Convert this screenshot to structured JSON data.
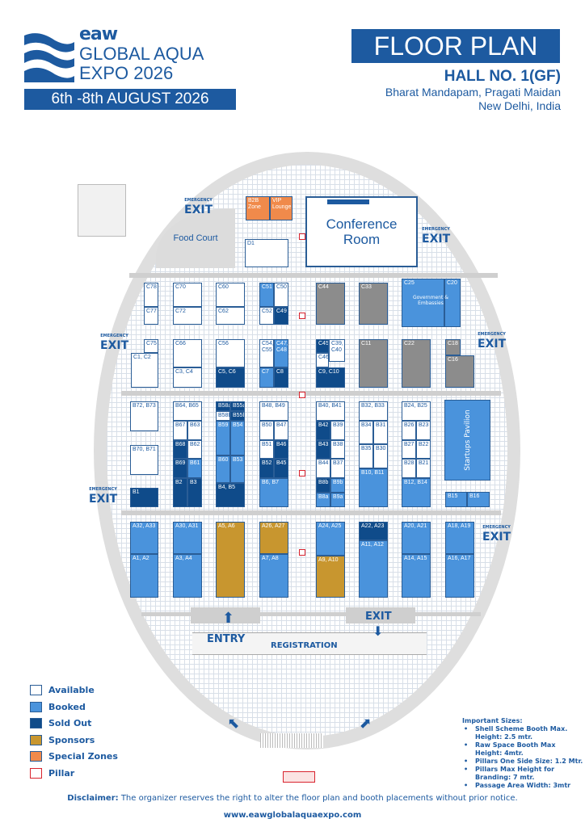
{
  "header": {
    "brand": "eaw",
    "title_line1": "GLOBAL AQUA",
    "title_line2": "EXPO 2026",
    "dates": "6th -8th AUGUST 2026",
    "floor_plan": "FLOOR PLAN",
    "hall": "HALL NO. 1(GF)",
    "venue_line1": "Bharat Mandapam, Pragati Maidan",
    "venue_line2": "New Delhi, India"
  },
  "colors": {
    "primary": "#1d5aa0",
    "available": "#ffffff",
    "booked": "#4a93dc",
    "sold": "#0f4b8a",
    "sponsor": "#c8962f",
    "special": "#f08a4b",
    "pillar": "#d9232e"
  },
  "zones": {
    "food_court": "Food Court",
    "conference": "Conference Room",
    "startups": "Startups Pavilion",
    "government": "Government & Embassies",
    "entry": "ENTRY",
    "exit": "EXIT",
    "registration": "REGISTRATION",
    "emergency": "EMERGENCY",
    "emergency_exit": "EXIT"
  },
  "booths": [
    {
      "id": "B2B Zone",
      "status": "special"
    },
    {
      "id": "VIP Lounge",
      "status": "special"
    },
    {
      "id": "D1",
      "status": "available"
    },
    {
      "id": "C78",
      "status": "available"
    },
    {
      "id": "C77",
      "status": "available"
    },
    {
      "id": "C70",
      "status": "available"
    },
    {
      "id": "C72",
      "status": "available"
    },
    {
      "id": "C60",
      "status": "available"
    },
    {
      "id": "C62",
      "status": "available"
    },
    {
      "id": "C51",
      "status": "booked"
    },
    {
      "id": "C50",
      "status": "available"
    },
    {
      "id": "C52",
      "status": "available"
    },
    {
      "id": "C49",
      "status": "sold"
    },
    {
      "id": "C44",
      "status": "blocked"
    },
    {
      "id": "C33",
      "status": "blocked"
    },
    {
      "id": "C25",
      "status": "booked"
    },
    {
      "id": "C20",
      "status": "booked"
    },
    {
      "id": "C75",
      "status": "available"
    },
    {
      "id": "C1, C2",
      "status": "available"
    },
    {
      "id": "C66",
      "status": "available"
    },
    {
      "id": "C3, C4",
      "status": "available"
    },
    {
      "id": "C56",
      "status": "available"
    },
    {
      "id": "C5, C6",
      "status": "sold"
    },
    {
      "id": "C54, C55",
      "status": "available"
    },
    {
      "id": "C47, C48",
      "status": "booked"
    },
    {
      "id": "C7",
      "status": "booked"
    },
    {
      "id": "C8",
      "status": "sold"
    },
    {
      "id": "C45",
      "status": "sold"
    },
    {
      "id": "C39, C40",
      "status": "available"
    },
    {
      "id": "C46",
      "status": "available"
    },
    {
      "id": "C9, C10",
      "status": "sold"
    },
    {
      "id": "C11",
      "status": "blocked"
    },
    {
      "id": "C22",
      "status": "blocked"
    },
    {
      "id": "C18",
      "status": "blocked"
    },
    {
      "id": "C16",
      "status": "blocked"
    },
    {
      "id": "B72, B73",
      "status": "available"
    },
    {
      "id": "B70, B71",
      "status": "available"
    },
    {
      "id": "B1",
      "status": "sold"
    },
    {
      "id": "B64, B65",
      "status": "available"
    },
    {
      "id": "B67",
      "status": "available"
    },
    {
      "id": "B63",
      "status": "available"
    },
    {
      "id": "B68",
      "status": "sold"
    },
    {
      "id": "B62",
      "status": "available"
    },
    {
      "id": "B69",
      "status": "sold"
    },
    {
      "id": "B61",
      "status": "booked"
    },
    {
      "id": "B2",
      "status": "sold"
    },
    {
      "id": "B3",
      "status": "sold"
    },
    {
      "id": "B58a",
      "status": "sold"
    },
    {
      "id": "B55a",
      "status": "sold"
    },
    {
      "id": "B58b",
      "status": "available"
    },
    {
      "id": "B55b",
      "status": "sold"
    },
    {
      "id": "B59",
      "status": "booked"
    },
    {
      "id": "B54",
      "status": "booked"
    },
    {
      "id": "B60",
      "status": "booked"
    },
    {
      "id": "B53",
      "status": "booked"
    },
    {
      "id": "B4, B5",
      "status": "sold"
    },
    {
      "id": "B48, B49",
      "status": "available"
    },
    {
      "id": "B50",
      "status": "available"
    },
    {
      "id": "B47",
      "status": "available"
    },
    {
      "id": "B51",
      "status": "available"
    },
    {
      "id": "B46",
      "status": "sold"
    },
    {
      "id": "B52",
      "status": "sold"
    },
    {
      "id": "B45",
      "status": "sold"
    },
    {
      "id": "B6, B7",
      "status": "booked"
    },
    {
      "id": "B40, B41",
      "status": "available"
    },
    {
      "id": "B42",
      "status": "sold"
    },
    {
      "id": "B39",
      "status": "available"
    },
    {
      "id": "B43",
      "status": "sold"
    },
    {
      "id": "B38",
      "status": "available"
    },
    {
      "id": "B44",
      "status": "available"
    },
    {
      "id": "B37",
      "status": "available"
    },
    {
      "id": "B8b",
      "status": "sold"
    },
    {
      "id": "B9b",
      "status": "booked"
    },
    {
      "id": "B8a",
      "status": "booked"
    },
    {
      "id": "B9a",
      "status": "booked"
    },
    {
      "id": "B32, B33",
      "status": "available"
    },
    {
      "id": "B34",
      "status": "available"
    },
    {
      "id": "B31",
      "status": "available"
    },
    {
      "id": "B35",
      "status": "available"
    },
    {
      "id": "B30",
      "status": "available"
    },
    {
      "id": "B10, B11",
      "status": "booked"
    },
    {
      "id": "B24, B25",
      "status": "available"
    },
    {
      "id": "B26",
      "status": "available"
    },
    {
      "id": "B23",
      "status": "available"
    },
    {
      "id": "B27",
      "status": "available"
    },
    {
      "id": "B22",
      "status": "available"
    },
    {
      "id": "B28",
      "status": "available"
    },
    {
      "id": "B21",
      "status": "available"
    },
    {
      "id": "B12, B14",
      "status": "booked"
    },
    {
      "id": "B15",
      "status": "booked"
    },
    {
      "id": "B16",
      "status": "booked"
    },
    {
      "id": "A32, A33",
      "status": "booked"
    },
    {
      "id": "A1, A2",
      "status": "booked"
    },
    {
      "id": "A30, A31",
      "status": "booked"
    },
    {
      "id": "A3, A4",
      "status": "booked"
    },
    {
      "id": "A5, A6",
      "status": "sponsor"
    },
    {
      "id": "A26, A27",
      "status": "sponsor"
    },
    {
      "id": "A7, A8",
      "status": "booked"
    },
    {
      "id": "A24, A25",
      "status": "booked"
    },
    {
      "id": "A9, A10",
      "status": "sponsor"
    },
    {
      "id": "A22, A23",
      "status": "sold"
    },
    {
      "id": "A11, A12",
      "status": "booked"
    },
    {
      "id": "A20, A21",
      "status": "booked"
    },
    {
      "id": "A14, A15",
      "status": "booked"
    },
    {
      "id": "A18, A19",
      "status": "booked"
    },
    {
      "id": "A16, A17",
      "status": "booked"
    }
  ],
  "legend": [
    {
      "label": "Available",
      "status": "available"
    },
    {
      "label": "Booked",
      "status": "booked"
    },
    {
      "label": "Sold Out",
      "status": "sold"
    },
    {
      "label": "Sponsors",
      "status": "sponsor"
    },
    {
      "label": "Special Zones",
      "status": "special"
    },
    {
      "label": "Pillar",
      "status": "pillar"
    }
  ],
  "important_sizes": {
    "title": "Important Sizes:",
    "items": [
      "Shell Scheme Booth Max. Height: 2.5 mtr.",
      "Raw Space Booth Max Height: 4mtr.",
      "Pillars One Side Size: 1.2 Mtr.",
      "Pillars Max Height for Branding: 7 mtr.",
      "Passage Area Width: 3mtr"
    ]
  },
  "footer": {
    "disclaimer_label": "Disclaimer:",
    "disclaimer": "The organizer reserves the right to alter the floor plan and booth placements without prior notice.",
    "website": "www.eawglobalaquaexpo.com"
  }
}
